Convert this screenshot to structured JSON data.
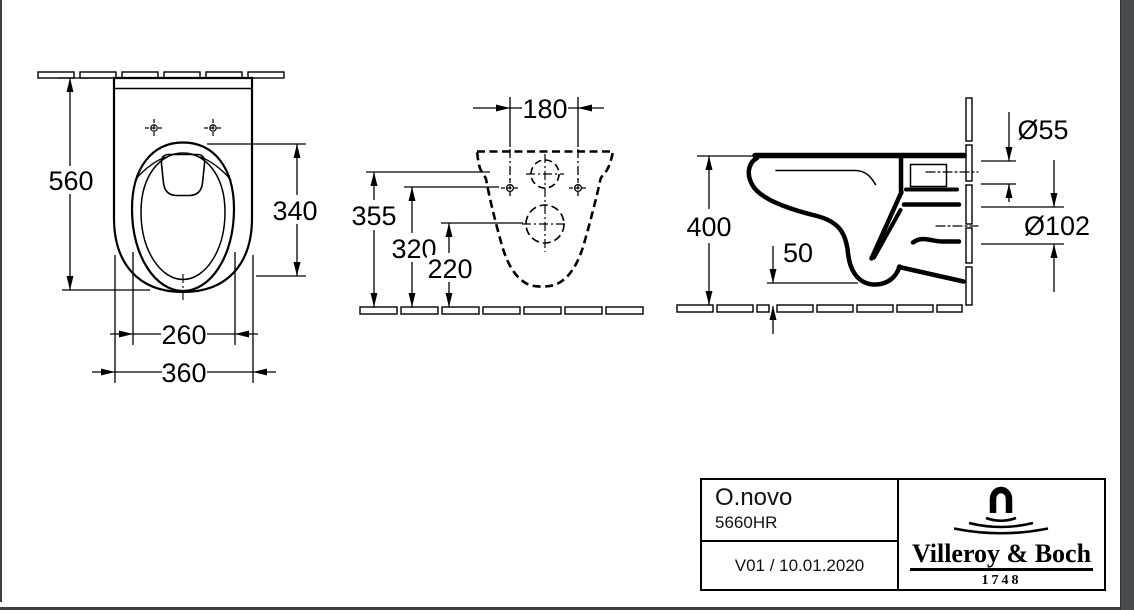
{
  "drawing": {
    "description": "Technical dimension drawing of a wall-hung WC, three views",
    "top_view": {
      "labels": {
        "overall_depth": "560",
        "bowl_length": "340",
        "bowl_width": "260",
        "overall_width": "360"
      }
    },
    "rear_view": {
      "labels": {
        "fixing_hole_spacing": "180",
        "supply_height": "355",
        "fixing_hole_height": "320",
        "outlet_height": "220"
      }
    },
    "side_view": {
      "labels": {
        "rim_height": "400",
        "under_clearance": "50",
        "inlet_diameter": "Ø55",
        "outlet_diameter": "Ø102"
      }
    }
  },
  "title_block": {
    "product_name": "O.novo",
    "article_number": "5660HR",
    "version_date": "V01 / 10.01.2020",
    "brand": "Villeroy & Boch",
    "brand_founded": "1748"
  },
  "colors": {
    "line": "#000000",
    "background": "#ffffff",
    "frame": "#3b3f44",
    "scrollbar": "#484c51"
  }
}
